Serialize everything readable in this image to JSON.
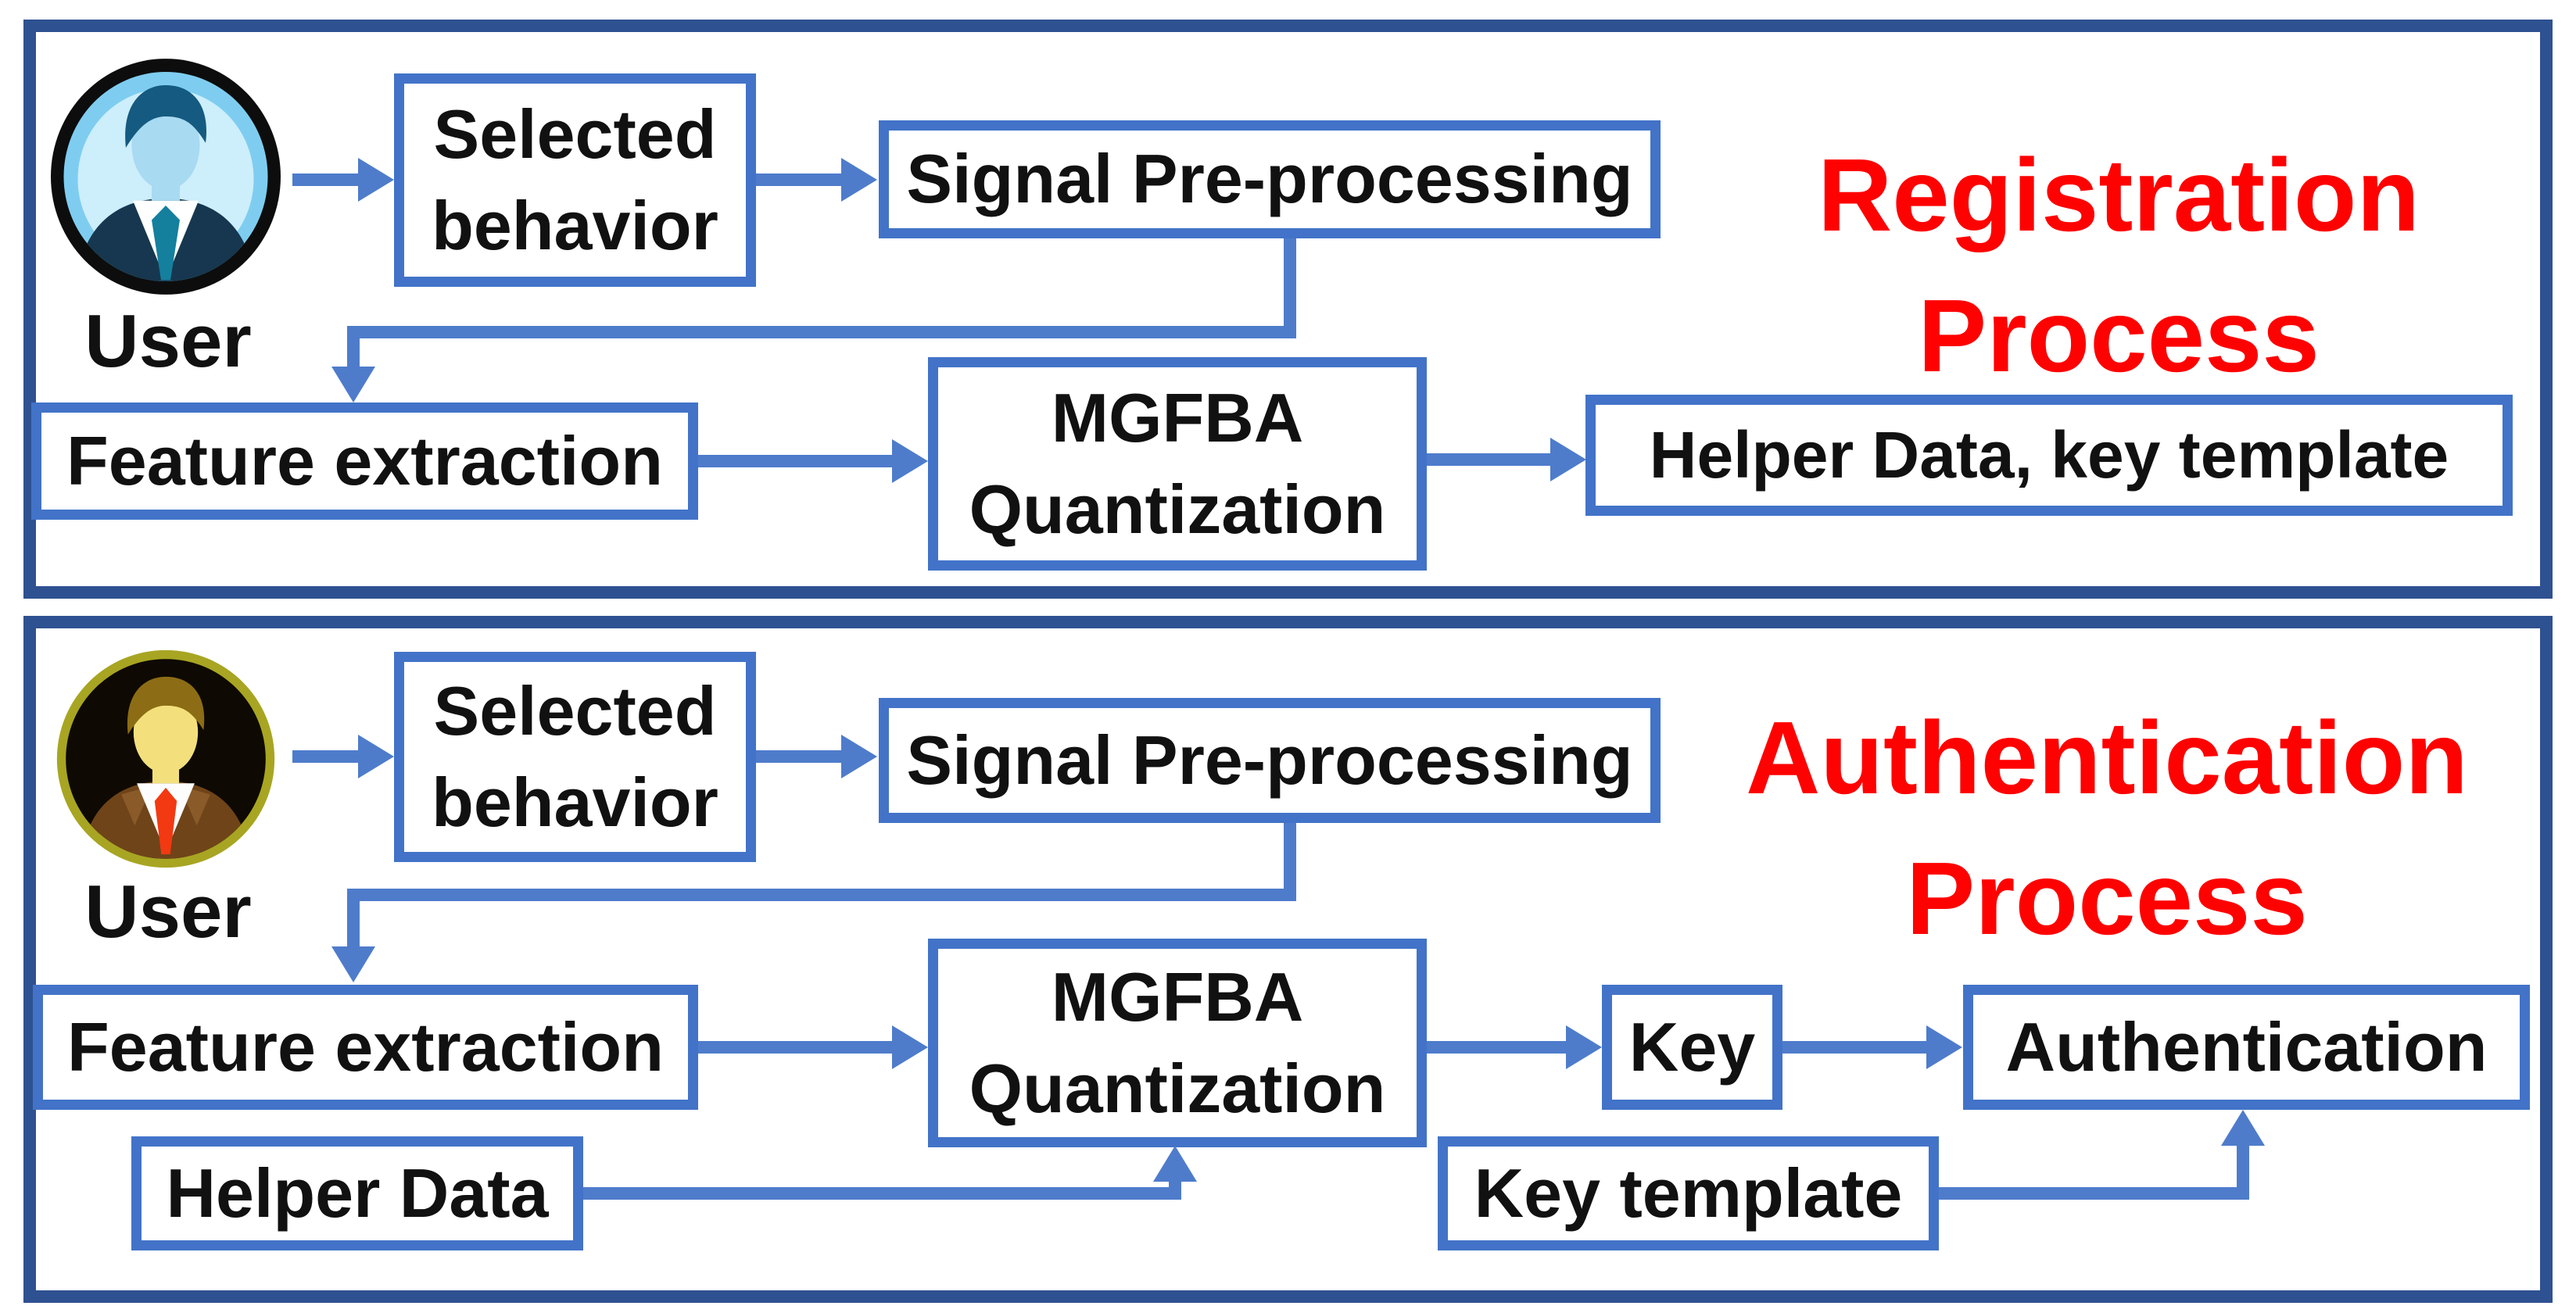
{
  "colors": {
    "outer_border": "#2E5191",
    "box_border": "#4273C8",
    "connector": "#4E7CCB",
    "title_red": "#FE0101",
    "text": "#111111",
    "avatar_blue": {
      "ring": "#0D0D0D",
      "outer": "#7ECDF0",
      "inner": "#CDEEFB",
      "hair": "#155A80",
      "face": "#A8DAF2",
      "suit": "#16374F",
      "shirt": "#FFFFFF",
      "tie": "#157F9E"
    },
    "avatar_gold": {
      "ring": "#A8A523",
      "bg": "#0E0903",
      "hair": "#8C6D15",
      "face": "#F3E07D",
      "suit": "#6F4419",
      "lapel": "#8A5A28",
      "shirt": "#FDFDFD",
      "tie": "#F23911"
    }
  },
  "registration": {
    "title_line1": "Registration",
    "title_line2": "Process",
    "user_label": "User",
    "nodes": {
      "selected_behavior": "Selected behavior",
      "signal_preprocessing": "Signal Pre-processing",
      "feature_extraction": "Feature extraction",
      "mgfba_quantization": "MGFBA Quantization",
      "helper_data_key_template": "Helper Data, key template"
    }
  },
  "authentication": {
    "title_line1": "Authentication",
    "title_line2": "Process",
    "user_label": "User",
    "nodes": {
      "selected_behavior": "Selected behavior",
      "signal_preprocessing": "Signal Pre-processing",
      "feature_extraction": "Feature extraction",
      "mgfba_quantization": "MGFBA Quantization",
      "key": "Key",
      "authentication": "Authentication",
      "helper_data": "Helper Data",
      "key_template": "Key template"
    }
  }
}
